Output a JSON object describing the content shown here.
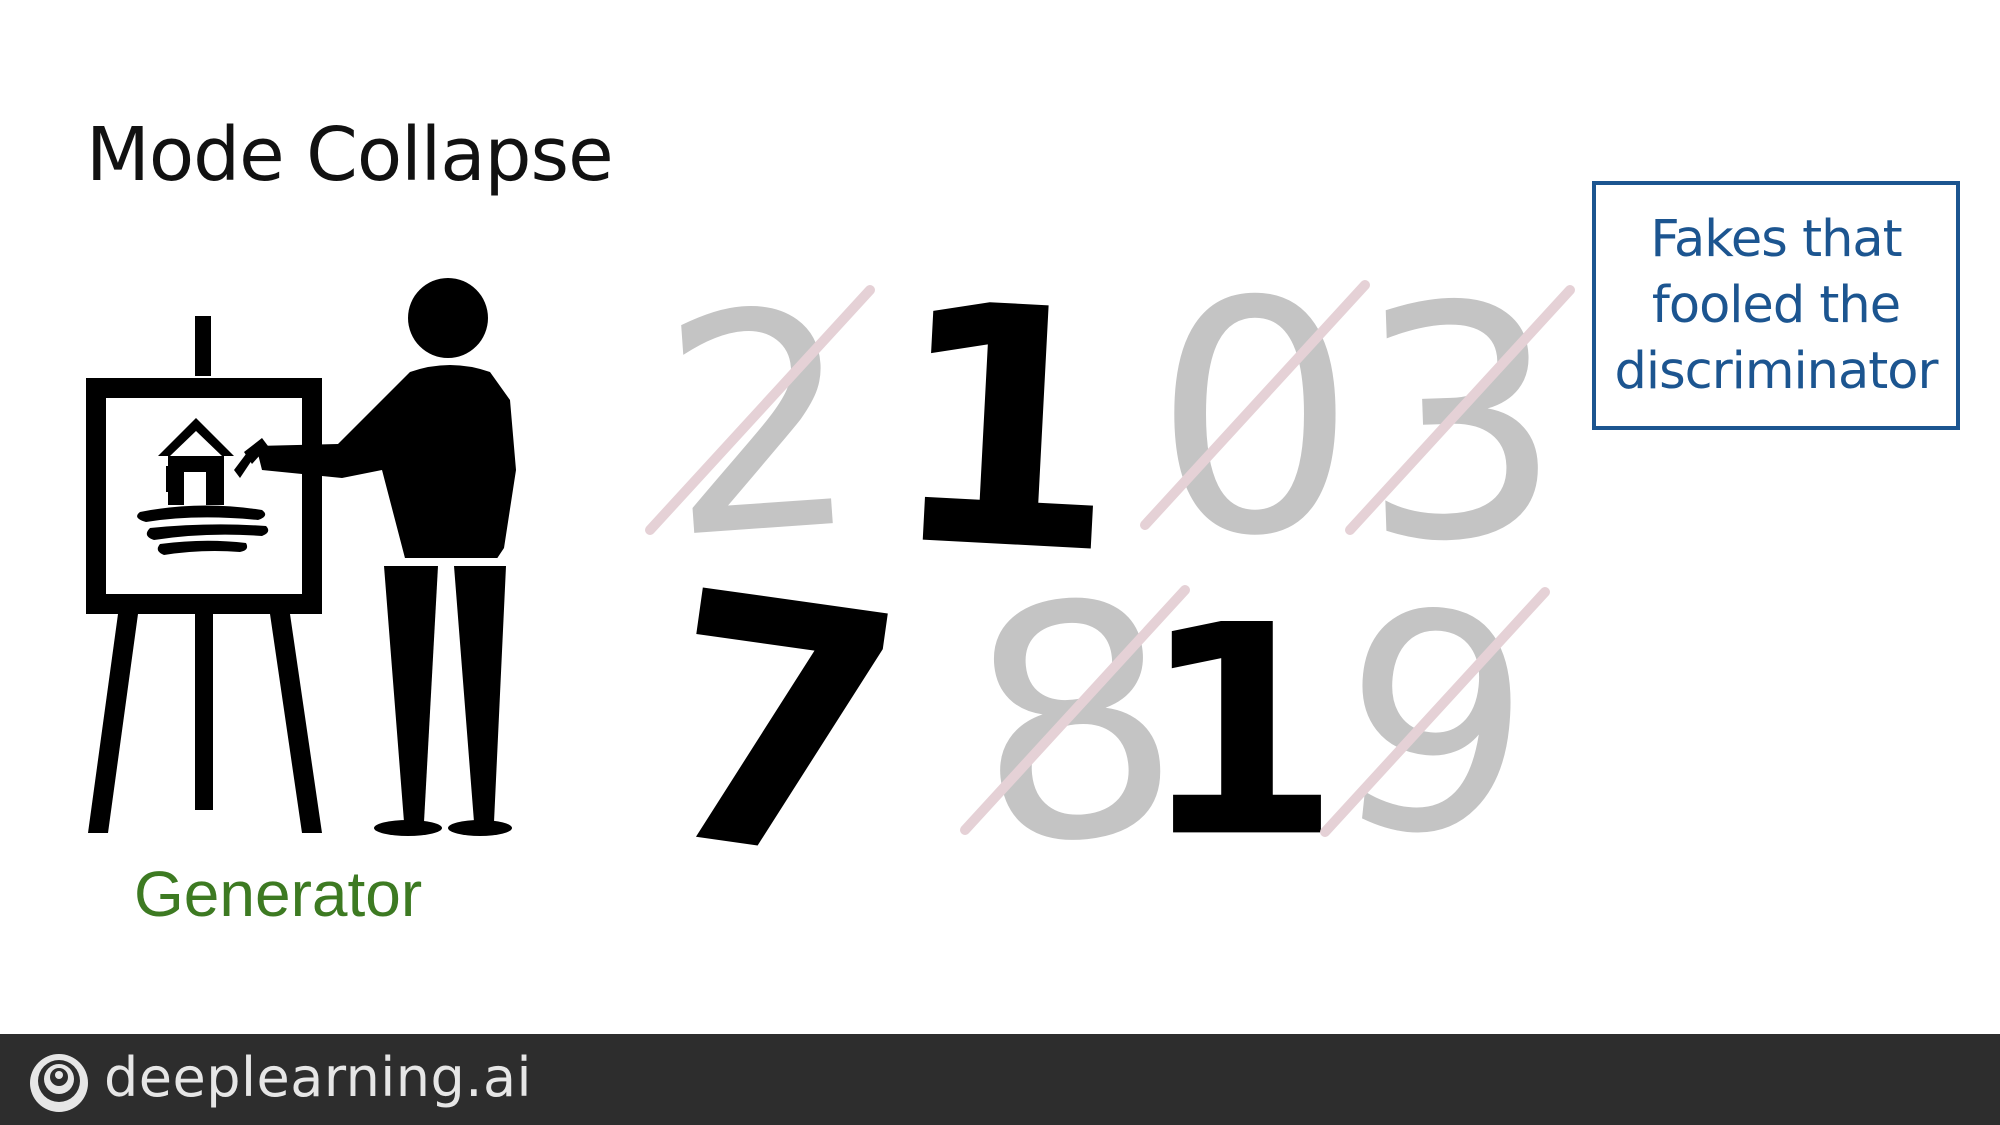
{
  "slide": {
    "title": "Mode Collapse",
    "generator_label": "Generator",
    "callout": {
      "lines": [
        "Fakes that",
        "fooled the",
        "discriminator"
      ]
    },
    "digits": [
      {
        "char": "2",
        "status": "rejected"
      },
      {
        "char": "1",
        "status": "fooled"
      },
      {
        "char": "0",
        "status": "rejected"
      },
      {
        "char": "3",
        "status": "rejected"
      },
      {
        "char": "7",
        "status": "fooled"
      },
      {
        "char": "8",
        "status": "rejected"
      },
      {
        "char": "1",
        "status": "fooled"
      },
      {
        "char": "9",
        "status": "rejected"
      }
    ],
    "icons": {
      "painter": "painter-at-easel-icon",
      "logo": "deeplearning-ai-logo-icon"
    },
    "colors": {
      "title": "#111111",
      "callout": "#1c5590",
      "generator_label": "#3d7a22",
      "fooled_digit": "#000000",
      "rejected_digit": "#c4c4c4",
      "strike": "#e5d1d6",
      "footer": "#2d2d2d"
    }
  },
  "footer": {
    "brand": "deeplearning.ai"
  }
}
